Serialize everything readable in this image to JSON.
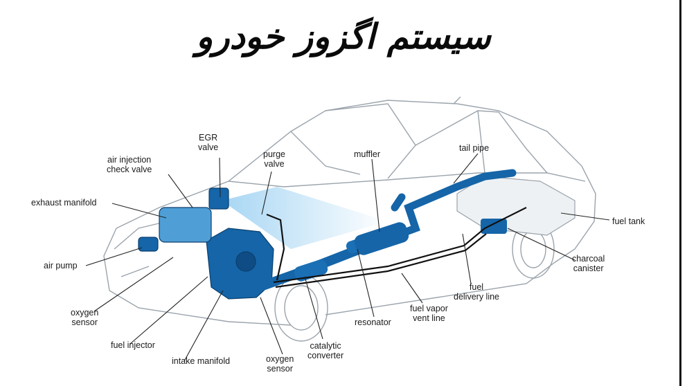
{
  "title": "سیستم اگزوز خودرو",
  "colors": {
    "accent": "#1565a8",
    "car_outline": "#9aa3ab",
    "leader": "#222222"
  },
  "labels": {
    "egr_valve": [
      "EGR",
      "valve"
    ],
    "air_injection_check_valve": [
      "air injection",
      "check valve"
    ],
    "purge_valve": [
      "purge",
      "valve"
    ],
    "muffler": "muffler",
    "tail_pipe": "tail pipe",
    "exhaust_manifold": "exhaust manifold",
    "fuel_tank": "fuel tank",
    "charcoal_canister": [
      "charcoal",
      "canister"
    ],
    "air_pump": "air pump",
    "fuel_delivery_line": [
      "fuel",
      "delivery line"
    ],
    "oxygen_sensor_left": [
      "oxygen",
      "sensor"
    ],
    "fuel_vapor_vent_line": [
      "fuel vapor",
      "vent line"
    ],
    "resonator": "resonator",
    "fuel_injector": "fuel injector",
    "catalytic_converter": [
      "catalytic",
      "converter"
    ],
    "intake_manifold": "intake manifold",
    "oxygen_sensor_bottom": [
      "oxygen",
      "sensor"
    ]
  }
}
